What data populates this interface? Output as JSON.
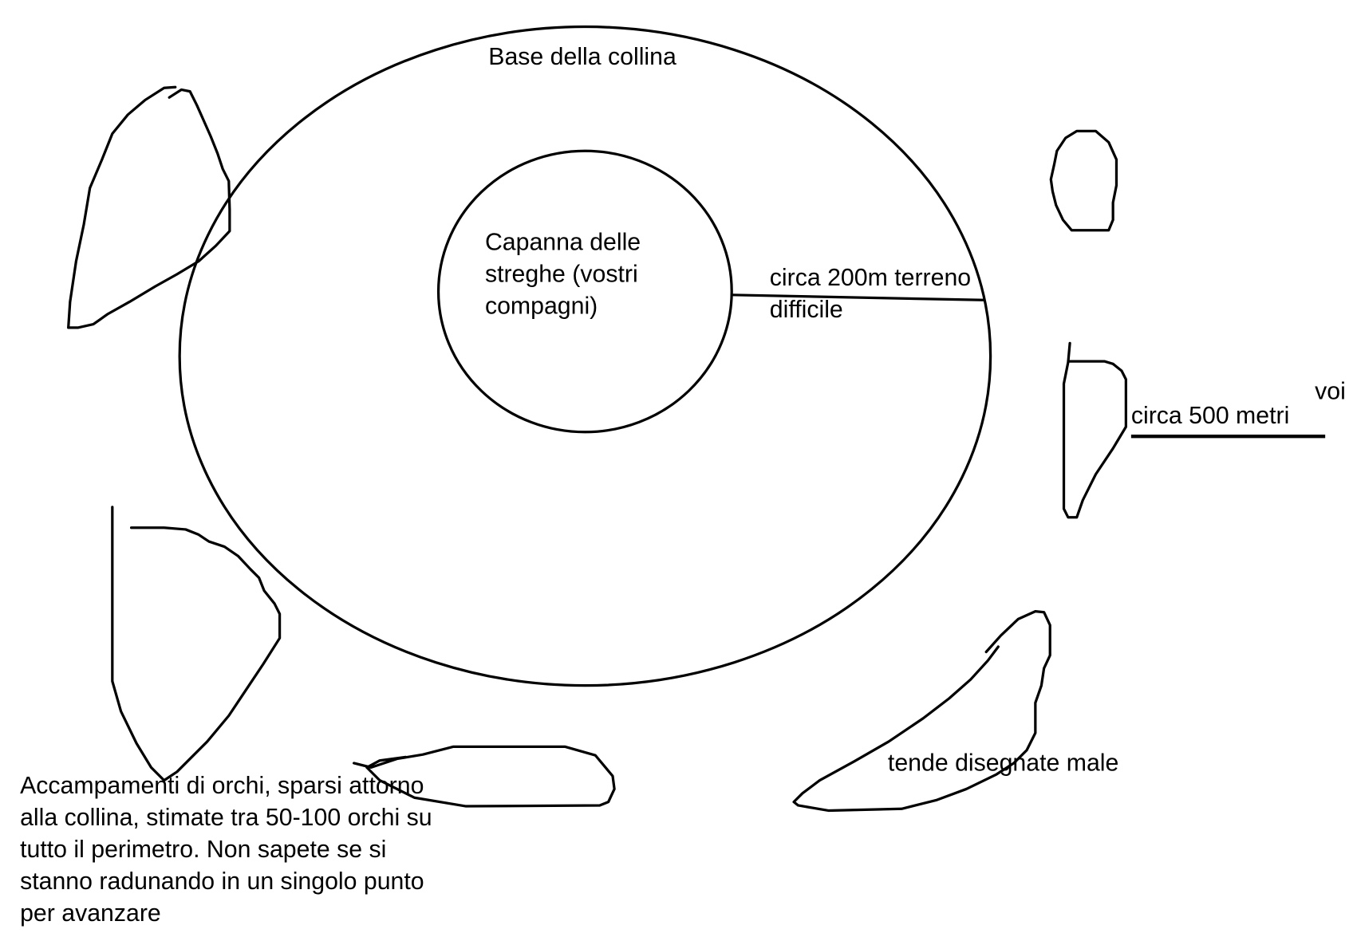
{
  "labels": {
    "hill_base": "Base della collina",
    "hut_line1": "Capanna delle",
    "hut_line2": "streghe (vostri",
    "hut_line3": "compagni)",
    "terrain_line1": "circa 200m terreno",
    "terrain_line2": "difficile",
    "distance": "circa 500 metri",
    "you": "voi",
    "tents": "tende disegnate male",
    "camps_line1": "Accampamenti di orchi, sparsi attorno",
    "camps_line2": "alla collina, stimate tra 50-100 orchi su",
    "camps_line3": "tutto il perimetro. Non sapete se si",
    "camps_line4": "stanno radunando in un singolo punto",
    "camps_line5": "per avanzare"
  }
}
